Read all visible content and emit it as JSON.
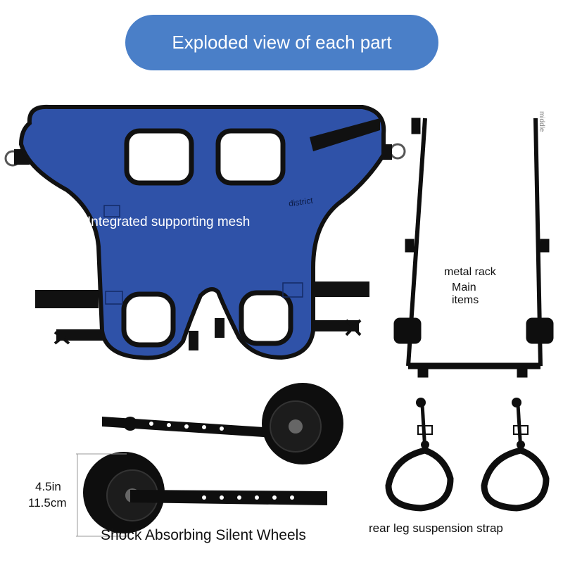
{
  "header": {
    "title": "Exploded view of each part"
  },
  "labels": {
    "mesh": "Integrated supporting mesh",
    "district": "district",
    "middle": "middle",
    "metal_rack": "metal rack",
    "main": "Main",
    "items": "items",
    "dim_in": "4.5in",
    "dim_cm": "11.5cm",
    "wheels": "Shock Absorbing Silent Wheels",
    "strap": "rear leg suspension strap"
  },
  "colors": {
    "pill": "#4a7fc8",
    "mesh_blue": "#2f52a8",
    "border": "#111111",
    "metal": "#0e0e0e"
  }
}
